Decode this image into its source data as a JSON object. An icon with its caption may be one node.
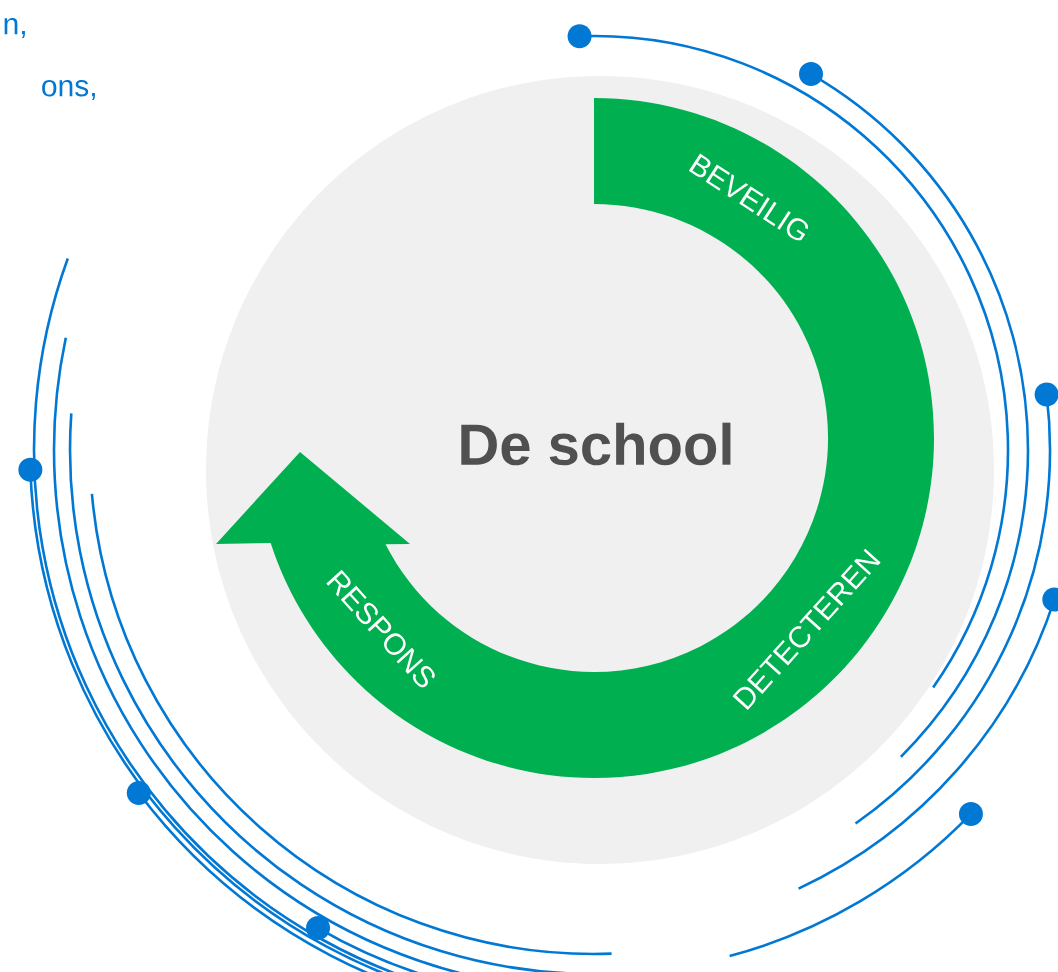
{
  "diagram": {
    "nodes": [
      {
        "text": [
          "De school"
        ]
      },
      {
        "text": [
          "BEVEILIG",
          "DETECTEREN",
          "RESPONS"
        ],
        "in": 0
      }
    ],
    "labels": [
      "n,",
      "ons,"
    ]
  }
}
